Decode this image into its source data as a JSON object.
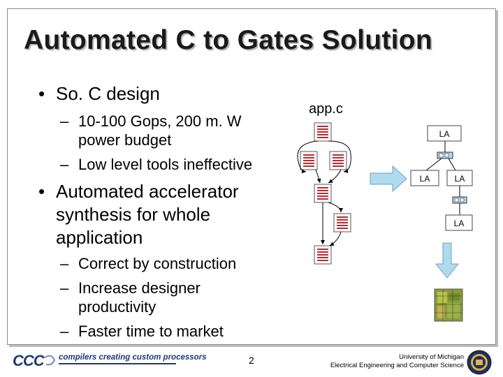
{
  "slide": {
    "title": "Automated C to Gates Solution",
    "bullets": [
      {
        "text": "So. C design",
        "subs": [
          "10-100 Gops, 200 m. W power budget",
          "Low level tools ineffective"
        ]
      },
      {
        "text": "Automated accelerator synthesis for whole application",
        "subs": [
          "Correct by construction",
          "Increase designer productivity",
          "Faster time to market"
        ]
      }
    ],
    "bullet_symbol": "•",
    "dash_symbol": "–"
  },
  "diagram": {
    "source_label": "app.c",
    "la_labels": [
      "LA",
      "LA",
      "LA",
      "LA"
    ],
    "colors": {
      "code_lines": "#c0282d",
      "arrow_fill": "#aedbee",
      "arrow_stroke": "#6fa3b8",
      "node_fill": "#aedbee"
    }
  },
  "footer": {
    "page_number": "2",
    "logo_text": "CCC",
    "tagline": "compilers creating custom processors",
    "university_line1": "University of Michigan",
    "university_line2": "Electrical Engineering and Computer Science"
  }
}
